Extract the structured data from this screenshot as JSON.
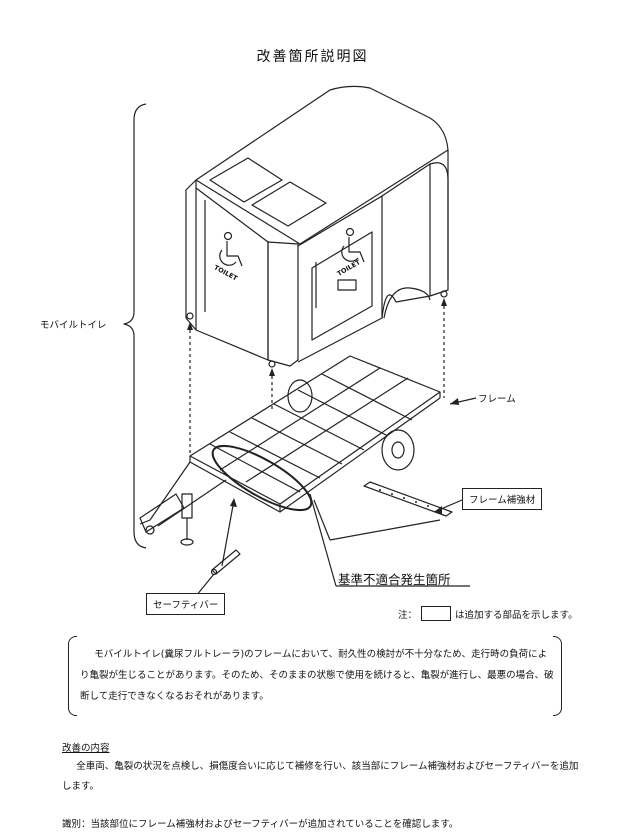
{
  "title": "改善箇所説明図",
  "labels": {
    "mobile_toilet": "モバイルトイレ",
    "frame": "フレーム",
    "frame_reinforcement": "フレーム補強材",
    "defect_location": "基準不適合発生箇所",
    "safety_bar": "セーフティバー"
  },
  "toilet_sign": "TOILET",
  "note": {
    "prefix": "注：",
    "suffix": "は追加する部品を示します。"
  },
  "description": {
    "line1": "モバイルトイレ(糞尿フルトレーラ)のフレームにおいて、耐久性の検討が不十分なため、走行時の負荷により亀裂が生じることがあります。そのため、そのままの状態で使用を続けると、亀裂が進行し、最悪の場合、破断して走行できなくなるおそれがあります。"
  },
  "improvement": {
    "heading": "改善の内容",
    "body": "全車両、亀裂の状況を点検し、損傷度合いに応じて補修を行い、該当部にフレーム補強材およびセーフティバーを追加します。"
  },
  "identification": "識別：当該部位にフレーム補強材およびセーフティバーが追加されていることを確認します。"
}
